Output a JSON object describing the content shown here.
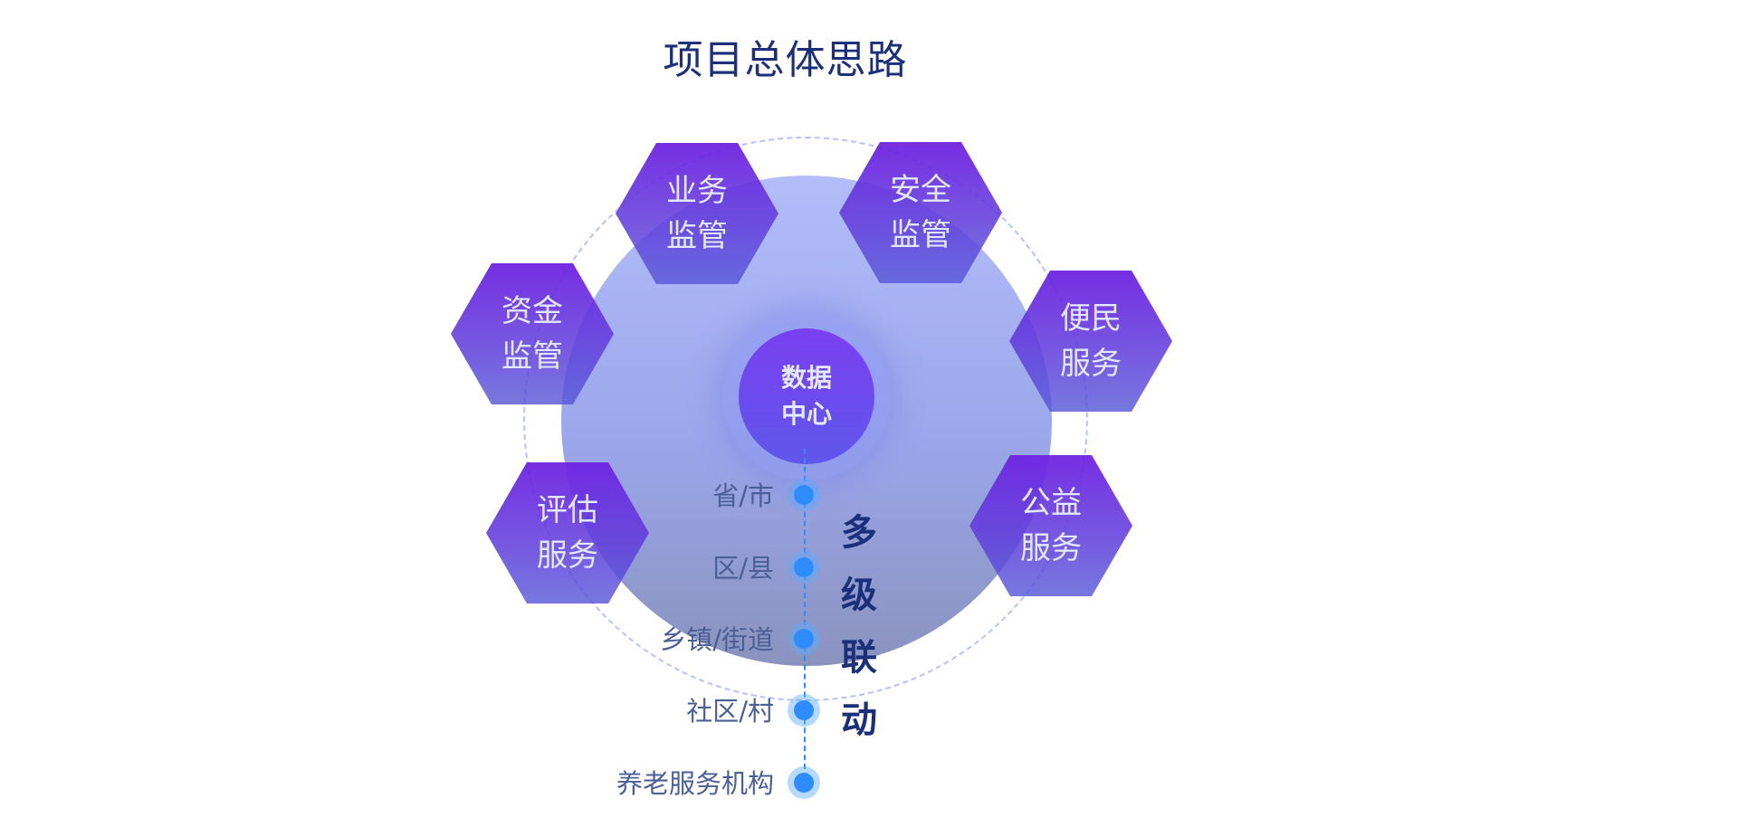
{
  "title": "项目总体思路",
  "center": {
    "line1": "数据",
    "line2": "中心"
  },
  "modules": [
    {
      "line1": "业务",
      "line2": "监管"
    },
    {
      "line1": "安全",
      "line2": "监管"
    },
    {
      "line1": "资金",
      "line2": "监管"
    },
    {
      "line1": "便民",
      "line2": "服务"
    },
    {
      "line1": "评估",
      "line2": "服务"
    },
    {
      "line1": "公益",
      "line2": "服务"
    }
  ],
  "levels": [
    "省/市",
    "区/县",
    "乡镇/街道",
    "社区/村",
    "养老服务机构"
  ],
  "linkage_text": [
    "多",
    "级",
    "联",
    "动"
  ],
  "colors": {
    "title": "#1b2f7a",
    "hexagon_top": "#6e23e1",
    "hexagon_bottom": "#5555d7",
    "node_dot": "#2f8cff",
    "level_label": "#4a5f96"
  }
}
